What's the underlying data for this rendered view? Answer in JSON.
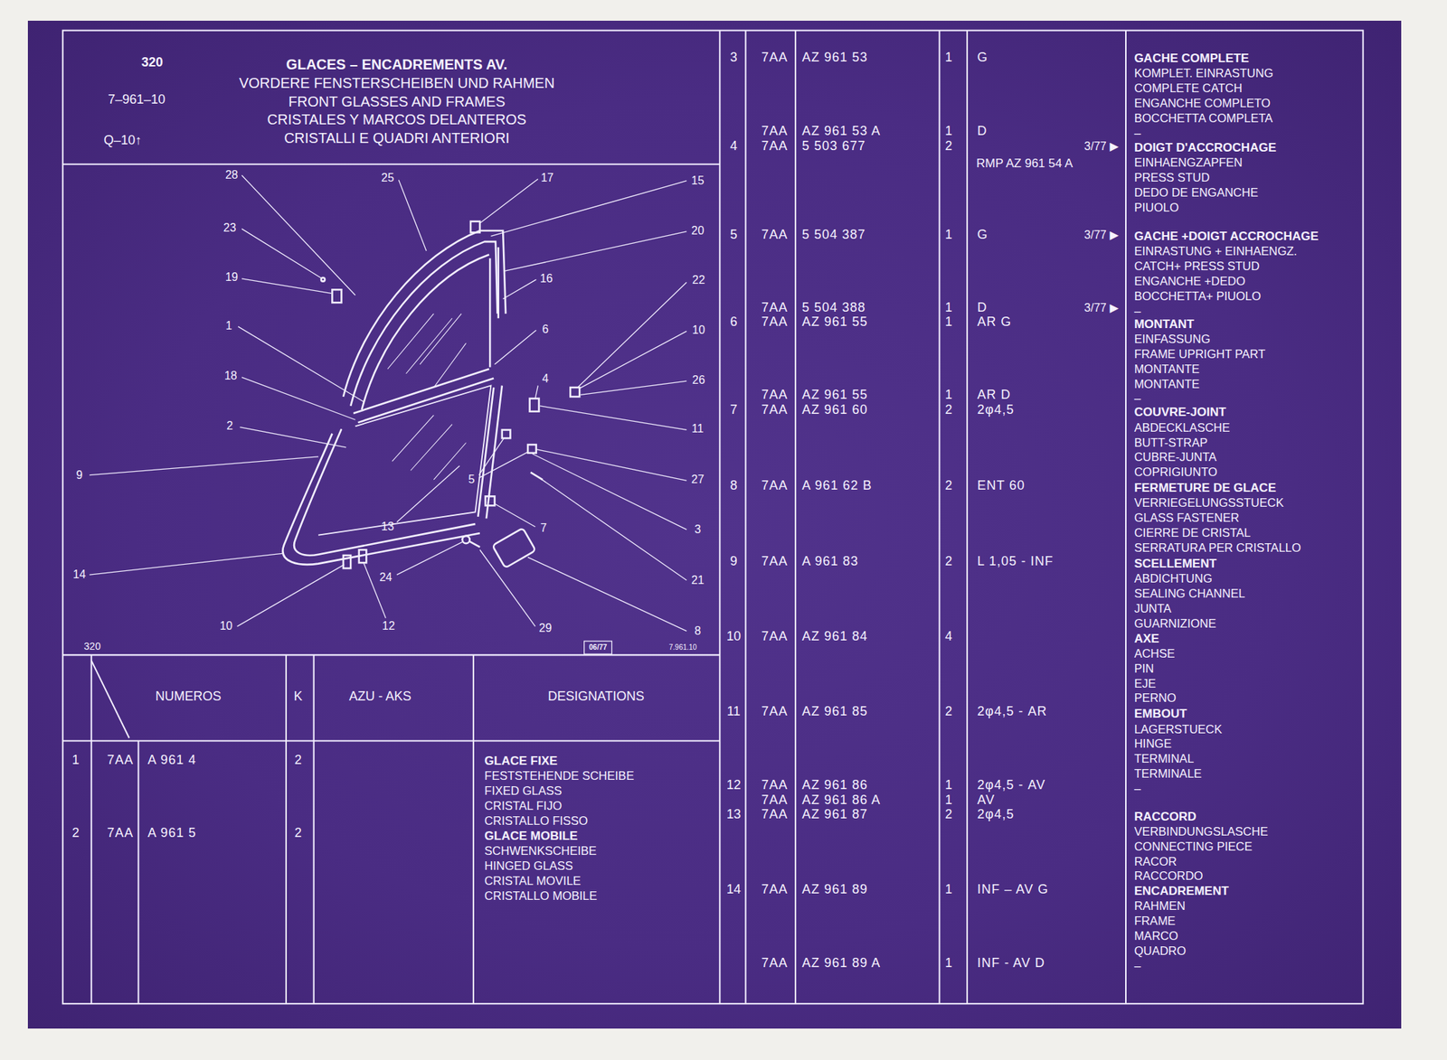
{
  "diagram": {
    "title": "GLACES – ENCADREMENTS AV.",
    "labels": [
      "VORDERE FENSTERSCHEIBEN UND RAHMEN",
      "FRONT GLASSES AND FRAMES",
      "CRISTALES Y MARCOS DELANTEROS",
      "CRISTALLI E QUADRI ANTERIORI",
      "320",
      "7–961–10",
      "Q–10↑",
      "28",
      "25",
      "17",
      "15",
      "23",
      "20",
      "19",
      "16",
      "22",
      "1",
      "6",
      "10",
      "18",
      "4",
      "26",
      "2",
      "11",
      "9",
      "5",
      "27",
      "13",
      "7",
      "3",
      "14",
      "24",
      "21",
      "10",
      "12",
      "29",
      "8",
      "320",
      "06/77",
      "7.961.10",
      "NUMEROS",
      "K",
      "AZU - AKS",
      "DESIGNATIONS",
      "1",
      "7AA",
      "A 961 4",
      "2",
      "GLACE FIXE",
      "FESTSTEHENDE SCHEIBE",
      "FIXED GLASS",
      "CRISTAL FIJO",
      "CRISTALLO FISSO",
      "2",
      "7AA",
      "A 961 5",
      "2",
      "GLACE MOBILE",
      "SCHWENKSCHEIBE",
      "HINGED GLASS",
      "CRISTAL MOVILE",
      "CRISTALLO MOBILE",
      "3",
      "7AA",
      "AZ 961 53",
      "1",
      "G",
      "GACHE COMPLETE",
      "KOMPLET. EINRASTUNG",
      "COMPLETE CATCH",
      "ENGANCHE COMPLETO",
      "BOCCHETTA COMPLETA",
      "–",
      "7AA",
      "AZ 961 53 A",
      "1",
      "D",
      "4",
      "7AA",
      "5 503 677",
      "2",
      "3/77 ▶",
      "RMP AZ 961 54 A",
      "DOIGT D'ACCROCHAGE",
      "EINHAENGZAPFEN",
      "PRESS STUD",
      "DEDO DE ENGANCHE",
      "PIUOLO",
      "5",
      "7AA",
      "5 504 387",
      "1",
      "G",
      "3/77 ▶",
      "GACHE +DOIGT ACCROCHAGE",
      "EINRASTUNG + EINHAENGZ.",
      "CATCH+ PRESS STUD",
      "ENGANCHE +DEDO",
      "BOCCHETTA+ PIUOLO",
      "–",
      "7AA",
      "5 504 388",
      "1",
      "D",
      "3/77 ▶",
      "6",
      "7AA",
      "AZ 961 55",
      "1",
      "AR G",
      "MONTANT",
      "EINFASSUNG",
      "FRAME UPRIGHT PART",
      "MONTANTE",
      "MONTANTE",
      "–",
      "7AA",
      "AZ 961 55",
      "1",
      "AR D",
      "7",
      "7AA",
      "AZ 961 60",
      "2",
      "2φ4,5",
      "COUVRE-JOINT",
      "ABDECKLASCHE",
      "BUTT-STRAP",
      "CUBRE-JUNTA",
      "COPRIGIUNTO",
      "8",
      "7AA",
      "A 961 62 B",
      "2",
      "ENT 60",
      "FERMETURE DE GLACE",
      "VERRIEGELUNGSSTUECK",
      "GLASS FASTENER",
      "CIERRE DE CRISTAL",
      "SERRATURA PER CRISTALLO",
      "9",
      "7AA",
      "A 961 83",
      "2",
      "L 1,05 - INF",
      "SCELLEMENT",
      "ABDICHTUNG",
      "SEALING CHANNEL",
      "JUNTA",
      "GUARNIZIONE",
      "10",
      "7AA",
      "AZ 961 84",
      "4",
      "AXE",
      "ACHSE",
      "PIN",
      "EJE",
      "PERNO",
      "11",
      "7AA",
      "AZ 961 85",
      "2",
      "2φ4,5 - AR",
      "EMBOUT",
      "LAGERSTUECK",
      "HINGE",
      "TERMINAL",
      "TERMINALE",
      "–",
      "12",
      "7AA",
      "AZ 961 86",
      "1",
      "2φ4,5 - AV",
      "7AA",
      "AZ 961 86 A",
      "1",
      "AV",
      "13",
      "7AA",
      "AZ 961 87",
      "2",
      "2φ4,5",
      "RACCORD",
      "VERBINDUNGSLASCHE",
      "CONNECTING PIECE",
      "RACOR",
      "RACCORDO",
      "14",
      "7AA",
      "AZ 961 89",
      "1",
      "INF – AV G",
      "ENCADREMENT",
      "RAHMEN",
      "FRAME",
      "MARCO",
      "QUADRO",
      "–",
      "7AA",
      "AZ 961 89 A",
      "1",
      "INF - AV D"
    ]
  }
}
